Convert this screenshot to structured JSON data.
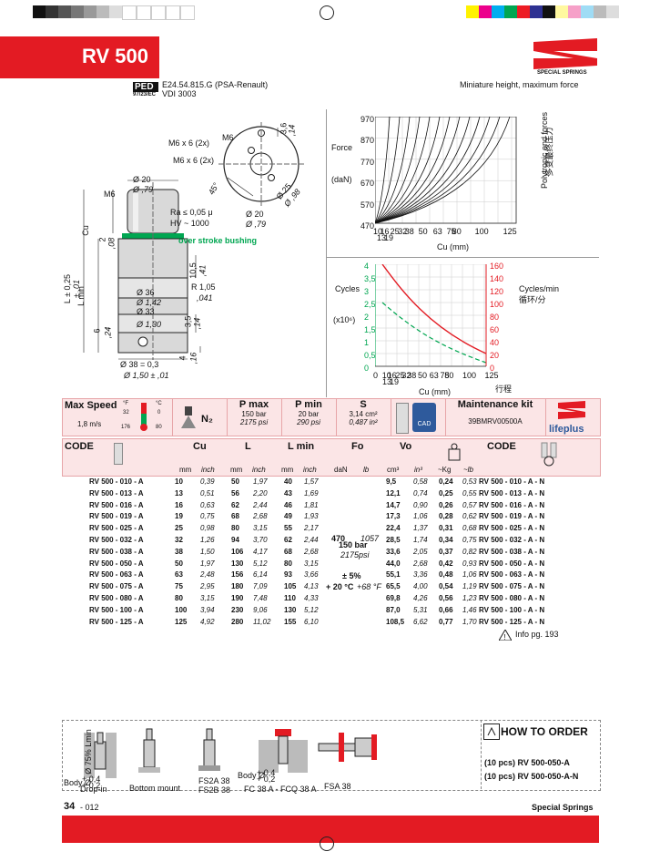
{
  "header": {
    "title": "RV 500",
    "brand": "SPECIAL SPRINGS",
    "ped": "PED",
    "ped_sub": "97/23/EC",
    "norm1": "E24.54.815.G (PSA-Renault)",
    "norm2": "VDI 3003",
    "subtitle": "Miniature height, maximum force"
  },
  "drawing": {
    "m6": "M6",
    "m6x6a": "M6 x 6 (2x)",
    "m6x6b": "M6 x 6 (2x)",
    "d20": "Ø 20",
    "d20i": "Ø ,79",
    "m6b": "M6",
    "d36": "3,6",
    "d36i": ",14",
    "d45": "45°",
    "d25": "Ø 25",
    "d25i": "Ø ,98",
    "d20b": "Ø 20",
    "d20bi": "Ø ,79",
    "ra": "Ra ≤ 0,05 μ",
    "hv": "HV ~ 1000",
    "bushing": "over stroke bushing",
    "cu": "Cu",
    "two": "2",
    "twoi": ",08",
    "l": "L ± 0,25",
    "li": "± ,01",
    "lmin": "L min",
    "d105": "10,5",
    "d105i": ",41",
    "r105": "R 1,05",
    "r105i": ",041",
    "d36b": "Ø 36",
    "d36bi": "Ø 1,42",
    "d33": "Ø 33",
    "d33i": "Ø 1,30",
    "d6": "6",
    "d6i": ",24",
    "d35": "3,5",
    "d35i": ",14",
    "d4": "4",
    "d4i": ",16",
    "d38": "Ø 38 = 0,3",
    "d38i": "Ø 1,50 ± ,01"
  },
  "chart_force": {
    "ylabel": "Force",
    "unit": "(daN)",
    "xlabel": "Cu (mm)",
    "yticks": [
      "970",
      "870",
      "770",
      "670",
      "570",
      "470"
    ],
    "xticks": [
      "10",
      "16",
      "25",
      "32",
      "38",
      "50",
      "63",
      "75",
      "80",
      "100",
      "125"
    ],
    "xticks2": [
      "13",
      "19"
    ],
    "right1": "Polytropic end forces",
    "right2": "多变最终压力"
  },
  "chart_cycles": {
    "ylabel": "Cycles",
    "unit": "(x10⁶)",
    "xlabel": "Cu (mm)",
    "xlabel_cn": "行程",
    "yticks": [
      "4",
      "3,5",
      "3",
      "2,5",
      "2",
      "1,5",
      "1",
      "0,5",
      "0"
    ],
    "yticks_r": [
      "160",
      "140",
      "120",
      "100",
      "80",
      "60",
      "40",
      "20",
      "0"
    ],
    "xticks": [
      "0",
      "10",
      "16",
      "25",
      "32",
      "38",
      "50",
      "63",
      "75",
      "80",
      "100",
      "125"
    ],
    "xticks2": [
      "13",
      "19"
    ],
    "right1": "Cycles/min",
    "right2": "循环/分"
  },
  "spec": {
    "maxspeed": "Max Speed",
    "speed": "1,8 m/s",
    "tF": "°F",
    "tC": "°C",
    "t32": "32",
    "t0": "0",
    "t176": "176",
    "t80": "80",
    "n2": "N₂",
    "pmax": "P max",
    "pmax_v": "150 bar",
    "pmax_i": "2175 psi",
    "pmin": "P min",
    "pmin_v": "20 bar",
    "pmin_i": "290 psi",
    "s": "S",
    "s_v": "3,14 cm²",
    "s_i": "0,487 in²",
    "cad": "CAD",
    "maint": "Maintenance kit",
    "maint_v": "39BMRV00500A",
    "lifeplus": "lifeplus"
  },
  "table": {
    "h_code": "CODE",
    "h_cu": "Cu",
    "h_l": "L",
    "h_lmin": "L min",
    "h_fo": "Fo",
    "h_vo": "Vo",
    "h_kg": "~Kg",
    "h_lb": "~lb",
    "h_code2": "CODE",
    "u_mm": "mm",
    "u_inch": "inch",
    "u_dan": "daN",
    "u_lb": "lb",
    "u_cm3": "cm³",
    "u_in3": "in³",
    "fo": "470",
    "fo_lb": "1057",
    "bar": "150 bar",
    "psi": "2175psi",
    "tol": "± 5%",
    "temp": "+ 20 °C",
    "temp_f": "+68 °F",
    "rows": [
      {
        "code": "RV 500 - 010 - A",
        "cu": "10",
        "cui": "0,39",
        "l": "50",
        "li": "1,97",
        "lm": "40",
        "lmi": "1,57",
        "vo": "9,5",
        "voi": "0,58",
        "kg": "0,24",
        "lb": "0,53",
        "code2": "RV 500 - 010 - A - N"
      },
      {
        "code": "RV 500 - 013 - A",
        "cu": "13",
        "cui": "0,51",
        "l": "56",
        "li": "2,20",
        "lm": "43",
        "lmi": "1,69",
        "vo": "12,1",
        "voi": "0,74",
        "kg": "0,25",
        "lb": "0,55",
        "code2": "RV 500 - 013 - A - N"
      },
      {
        "code": "RV 500 - 016 - A",
        "cu": "16",
        "cui": "0,63",
        "l": "62",
        "li": "2,44",
        "lm": "46",
        "lmi": "1,81",
        "vo": "14,7",
        "voi": "0,90",
        "kg": "0,26",
        "lb": "0,57",
        "code2": "RV 500 - 016 - A - N"
      },
      {
        "code": "RV 500 - 019 - A",
        "cu": "19",
        "cui": "0,75",
        "l": "68",
        "li": "2,68",
        "lm": "49",
        "lmi": "1,93",
        "vo": "17,3",
        "voi": "1,06",
        "kg": "0,28",
        "lb": "0,62",
        "code2": "RV 500 - 019 - A - N"
      },
      {
        "code": "RV 500 - 025 - A",
        "cu": "25",
        "cui": "0,98",
        "l": "80",
        "li": "3,15",
        "lm": "55",
        "lmi": "2,17",
        "vo": "22,4",
        "voi": "1,37",
        "kg": "0,31",
        "lb": "0,68",
        "code2": "RV 500 - 025 - A - N"
      },
      {
        "code": "RV 500 - 032 - A",
        "cu": "32",
        "cui": "1,26",
        "l": "94",
        "li": "3,70",
        "lm": "62",
        "lmi": "2,44",
        "vo": "28,5",
        "voi": "1,74",
        "kg": "0,34",
        "lb": "0,75",
        "code2": "RV 500 - 032 - A - N"
      },
      {
        "code": "RV 500 - 038 - A",
        "cu": "38",
        "cui": "1,50",
        "l": "106",
        "li": "4,17",
        "lm": "68",
        "lmi": "2,68",
        "vo": "33,6",
        "voi": "2,05",
        "kg": "0,37",
        "lb": "0,82",
        "code2": "RV 500 - 038 - A - N"
      },
      {
        "code": "RV 500 - 050 - A",
        "cu": "50",
        "cui": "1,97",
        "l": "130",
        "li": "5,12",
        "lm": "80",
        "lmi": "3,15",
        "vo": "44,0",
        "voi": "2,68",
        "kg": "0,42",
        "lb": "0,93",
        "code2": "RV 500 - 050 - A - N"
      },
      {
        "code": "RV 500 - 063 - A",
        "cu": "63",
        "cui": "2,48",
        "l": "156",
        "li": "6,14",
        "lm": "93",
        "lmi": "3,66",
        "vo": "55,1",
        "voi": "3,36",
        "kg": "0,48",
        "lb": "1,06",
        "code2": "RV 500 - 063 - A - N"
      },
      {
        "code": "RV 500 - 075 - A",
        "cu": "75",
        "cui": "2,95",
        "l": "180",
        "li": "7,09",
        "lm": "105",
        "lmi": "4,13",
        "vo": "65,5",
        "voi": "4,00",
        "kg": "0,54",
        "lb": "1,19",
        "code2": "RV 500 - 075 - A - N"
      },
      {
        "code": "RV 500 - 080 - A",
        "cu": "80",
        "cui": "3,15",
        "l": "190",
        "li": "7,48",
        "lm": "110",
        "lmi": "4,33",
        "vo": "69,8",
        "voi": "4,26",
        "kg": "0,56",
        "lb": "1,23",
        "code2": "RV 500 - 080 - A - N"
      },
      {
        "code": "RV 500 - 100 - A",
        "cu": "100",
        "cui": "3,94",
        "l": "230",
        "li": "9,06",
        "lm": "130",
        "lmi": "5,12",
        "vo": "87,0",
        "voi": "5,31",
        "kg": "0,66",
        "lb": "1,46",
        "code2": "RV 500 - 100 - A - N"
      },
      {
        "code": "RV 500 - 125 - A",
        "cu": "125",
        "cui": "4,92",
        "l": "280",
        "li": "11,02",
        "lm": "155",
        "lmi": "6,10",
        "vo": "108,5",
        "voi": "6,62",
        "kg": "0,77",
        "lb": "1,70",
        "code2": "RV 500 - 125 - A - N"
      }
    ]
  },
  "info": "Info pg. 193",
  "order": {
    "title": "HOW TO ORDER",
    "line1": "(10 pcs) RV 500-050-A",
    "line2": "(10 pcs) RV 500-050-A-N"
  },
  "mounts": {
    "dropin": "Drop-in",
    "bottom": "Bottom mount",
    "fsa": "FS2A 38",
    "fsb": "FS2B 38",
    "fc": "FC 38 A - FCQ 38 A",
    "fsa38": "FSA 38",
    "min": "Ø 75% Lmin",
    "bodya": "Body Ø",
    "bodyv": "+ 0,4",
    "bodyv2": "+ 0,2"
  },
  "footer": {
    "page": "34",
    "code": "- 012",
    "right": "Special Springs"
  }
}
